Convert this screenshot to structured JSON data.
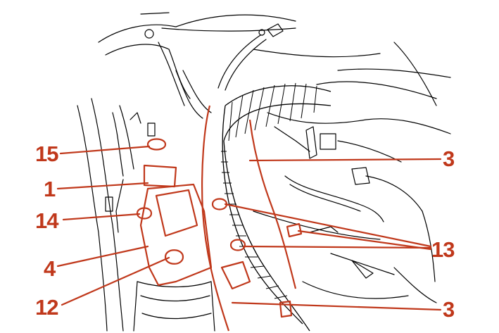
{
  "colors": {
    "line_art": "#000000",
    "highlight": "#c0381b",
    "background": "#ffffff"
  },
  "callouts": {
    "c15": "15",
    "c1": "1",
    "c14": "14",
    "c4": "4",
    "c12": "12",
    "c3_top": "3",
    "c13": "13",
    "c3_bottom": "3"
  }
}
